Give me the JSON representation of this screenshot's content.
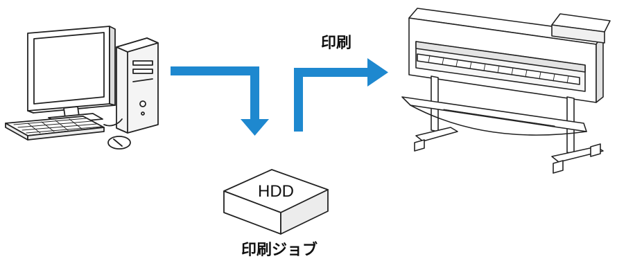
{
  "diagram": {
    "print_label": "印刷",
    "hdd_label": "HDD",
    "job_label": "印刷ジョブ"
  },
  "icons": {
    "computer": "desktop-computer-icon",
    "hdd": "hard-disk-drive-icon",
    "printer": "large-format-printer-icon"
  },
  "colors": {
    "arrow": "#1e88cf",
    "line": "#222222",
    "screen": "#ffffff"
  }
}
